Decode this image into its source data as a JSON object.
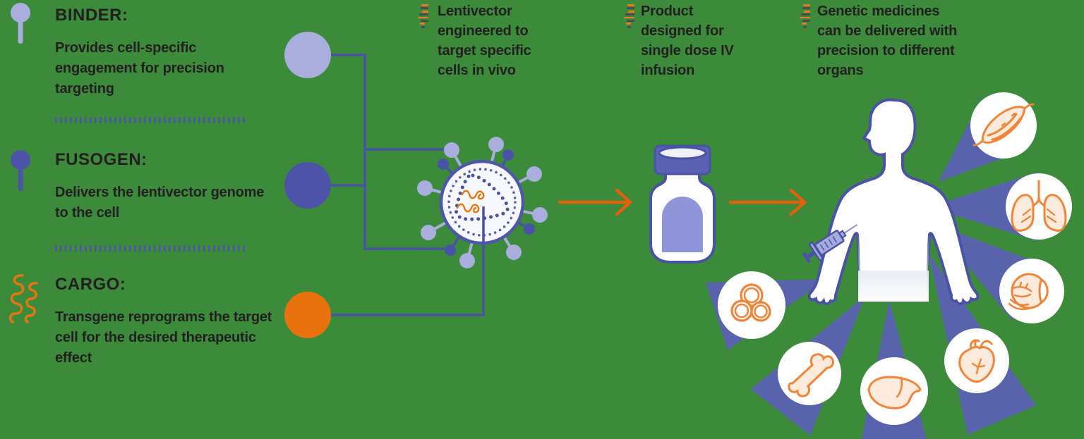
{
  "title": "Lentivector precision genetic medicine infographic",
  "colors": {
    "background": "#3B8B3B",
    "indigo": "#4a52a6",
    "light_purple": "#a9aedd",
    "medium_purple": "#5a61b2",
    "liquid_purple": "#8f95d8",
    "orange": "#E8720D",
    "arrow_orange": "#E2610C",
    "icon_orange": "#F0853A",
    "peach_fill": "#FCEBDC",
    "text": "#231f20"
  },
  "sections": {
    "binder": {
      "heading": "BINDER:",
      "description": "Provides cell-specific engagement for precision targeting"
    },
    "fusogen": {
      "heading": "FUSOGEN:",
      "description": "Delivers the lentivector genome to the cell"
    },
    "cargo": {
      "heading": "CARGO:",
      "description": "Transgene reprograms the target cell for the desired therapeutic effect"
    }
  },
  "annotations": {
    "lentivector": "Lentivector engineered to target specific cells in vivo",
    "product": "Product designed for single dose IV infusion",
    "delivery": "Genetic medicines can be delivered with precision to different organs"
  },
  "organ_icons": [
    "muscle",
    "lungs",
    "eye",
    "heart",
    "liver",
    "bone",
    "cells"
  ]
}
